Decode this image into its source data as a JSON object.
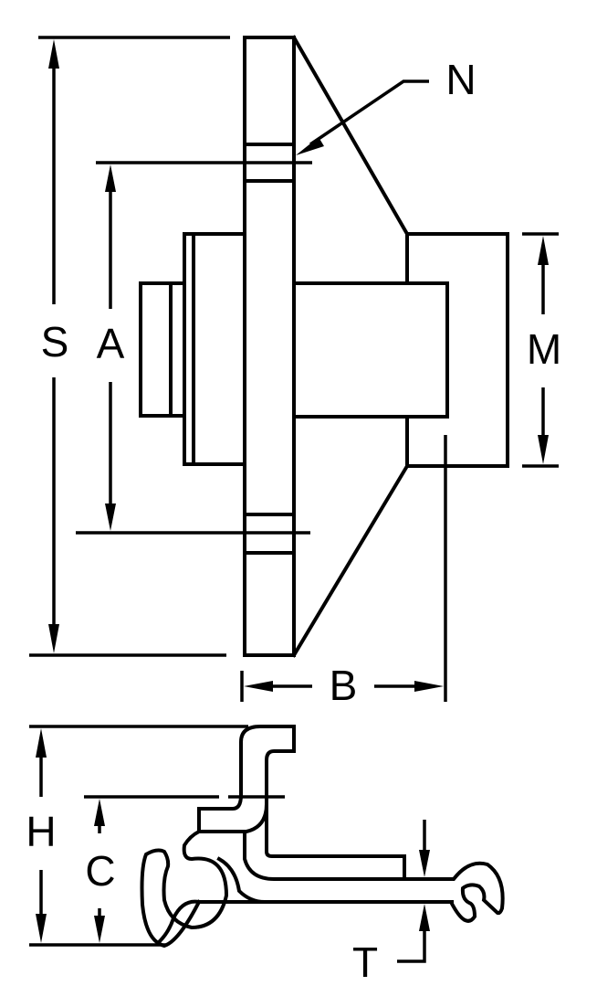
{
  "figure": {
    "type": "technical-drawing",
    "views": [
      "flanged-bearing-side-view",
      "clip-profile-section"
    ],
    "line_color": "#000000",
    "background": "#ffffff"
  },
  "dimensions": {
    "S": "S",
    "A": "A",
    "N": "N",
    "M": "M",
    "B": "B",
    "H": "H",
    "C": "C",
    "T": "T"
  }
}
